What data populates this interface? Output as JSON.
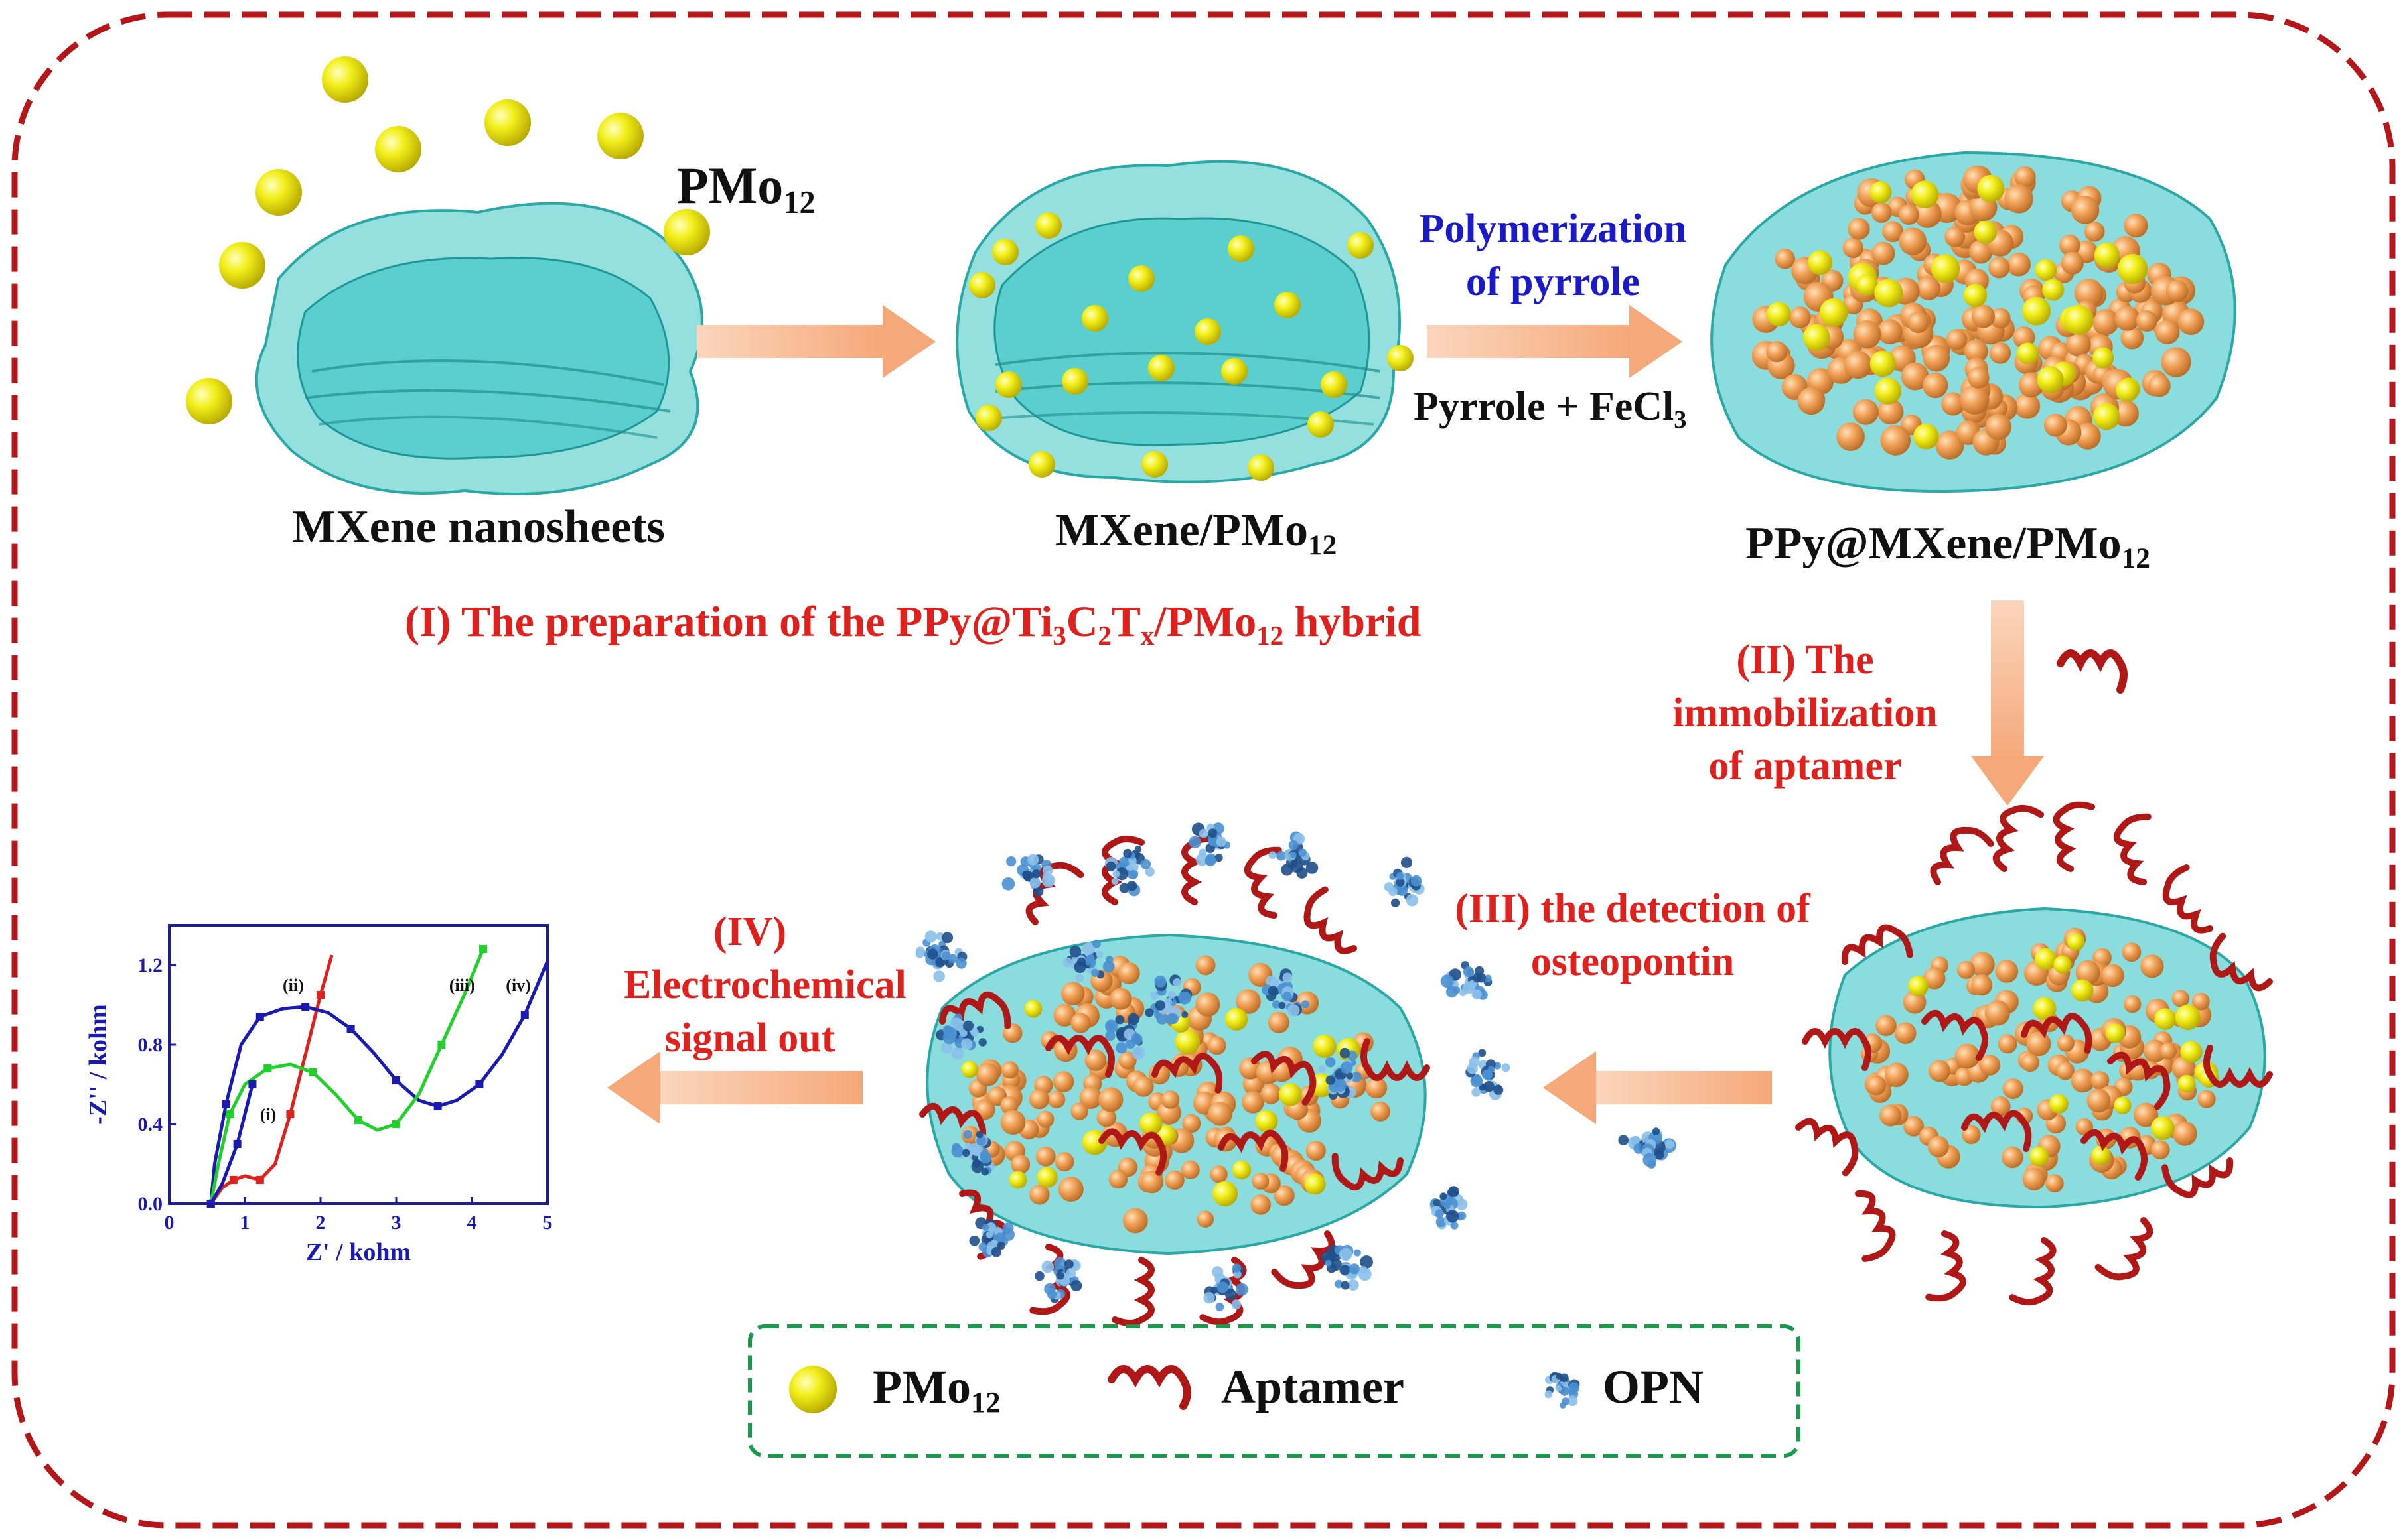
{
  "labels": {
    "pmo12_top": {
      "main": "PMo",
      "sub": "12"
    },
    "mxene_nanosheets": "MXene nanosheets",
    "mxene_pmo12": {
      "main": "MXene/PMo",
      "sub": "12"
    },
    "polymerization_line1": "Polymerization",
    "polymerization_line2": "of pyrrole",
    "pyrrole_fecl3": {
      "main": "Pyrrole + FeCl",
      "sub": "3"
    },
    "ppy_mxene_pmo12": {
      "main": "PPy@MXene/PMo",
      "sub": "12"
    },
    "step1": {
      "p1": "(I) The preparation of the PPy@Ti",
      "s1": "3",
      "p2": "C",
      "s2": "2",
      "p3": "T",
      "s3": "x",
      "p4": "/PMo",
      "s4": "12",
      "p5": " hybrid"
    },
    "step2_line1": "(II) The",
    "step2_line2": "immobilization",
    "step2_line3": "of aptamer",
    "step3_line1": "(III) the detection of",
    "step3_line2": "osteopontin",
    "step4_line1": "(IV)",
    "step4_line2": "Electrochemical",
    "step4_line3": "signal out"
  },
  "legend": {
    "pmo12": {
      "main": "PMo",
      "sub": "12"
    },
    "aptamer": "Aptamer",
    "opn": "OPN"
  },
  "colors": {
    "frame": "#b5161a",
    "legend_frame": "#1a9a4a",
    "arrow": "#f5b48a",
    "mxene": "#3cc6c4",
    "pmo_ball": "#f2ef1a",
    "ppy_ball": "#f0a056",
    "aptamer": "#b01818",
    "opn": "#3a7cc0",
    "curve_i": "#e0201c",
    "curve_ii": "#1a1ab0",
    "curve_iii": "#1fd12a",
    "curve_iv": "#1a1ab0"
  },
  "chart_data": {
    "type": "scatter",
    "title": "",
    "xlabel": "Z' / kohm",
    "ylabel": "-Z'' / kohm",
    "xlim": [
      0,
      5
    ],
    "ylim": [
      0,
      1.4
    ],
    "xticks": [
      "0",
      "1",
      "2",
      "3",
      "4",
      "5"
    ],
    "yticks": [
      "0.0",
      "0.4",
      "0.8",
      "1.2"
    ],
    "series": [
      {
        "name": "(i)",
        "color": "#e0201c",
        "points": [
          [
            0.55,
            0.0
          ],
          [
            0.7,
            0.08
          ],
          [
            0.85,
            0.12
          ],
          [
            1.0,
            0.14
          ],
          [
            1.2,
            0.12
          ],
          [
            1.4,
            0.2
          ],
          [
            1.6,
            0.45
          ],
          [
            1.8,
            0.75
          ],
          [
            2.0,
            1.05
          ],
          [
            2.15,
            1.25
          ]
        ]
      },
      {
        "name": "(ii)",
        "color": "#1a1ab0",
        "points": [
          [
            0.55,
            0.0
          ],
          [
            0.6,
            0.2
          ],
          [
            0.75,
            0.5
          ],
          [
            0.95,
            0.8
          ],
          [
            1.2,
            0.94
          ],
          [
            1.5,
            0.98
          ],
          [
            1.8,
            0.99
          ],
          [
            2.1,
            0.96
          ],
          [
            2.4,
            0.88
          ],
          [
            2.7,
            0.76
          ],
          [
            3.0,
            0.62
          ],
          [
            3.3,
            0.52
          ],
          [
            3.55,
            0.49
          ],
          [
            3.8,
            0.52
          ],
          [
            4.1,
            0.6
          ],
          [
            4.4,
            0.75
          ],
          [
            4.7,
            0.95
          ],
          [
            5.0,
            1.22
          ]
        ]
      },
      {
        "name": "(iii)",
        "color": "#1fd12a",
        "points": [
          [
            0.55,
            0.0
          ],
          [
            0.65,
            0.2
          ],
          [
            0.8,
            0.45
          ],
          [
            1.0,
            0.6
          ],
          [
            1.3,
            0.68
          ],
          [
            1.6,
            0.7
          ],
          [
            1.9,
            0.66
          ],
          [
            2.2,
            0.55
          ],
          [
            2.5,
            0.42
          ],
          [
            2.75,
            0.37
          ],
          [
            3.0,
            0.4
          ],
          [
            3.3,
            0.55
          ],
          [
            3.6,
            0.8
          ],
          [
            3.9,
            1.05
          ],
          [
            4.15,
            1.28
          ]
        ]
      },
      {
        "name": "(iv)",
        "color": "#1a1ab0",
        "points": [
          [
            0.55,
            0.0
          ],
          [
            0.7,
            0.1
          ],
          [
            0.9,
            0.3
          ],
          [
            1.0,
            0.45
          ],
          [
            1.1,
            0.6
          ]
        ]
      }
    ],
    "annotations": [
      "(i)",
      "(ii)",
      "(iii)",
      "(iv)"
    ]
  }
}
